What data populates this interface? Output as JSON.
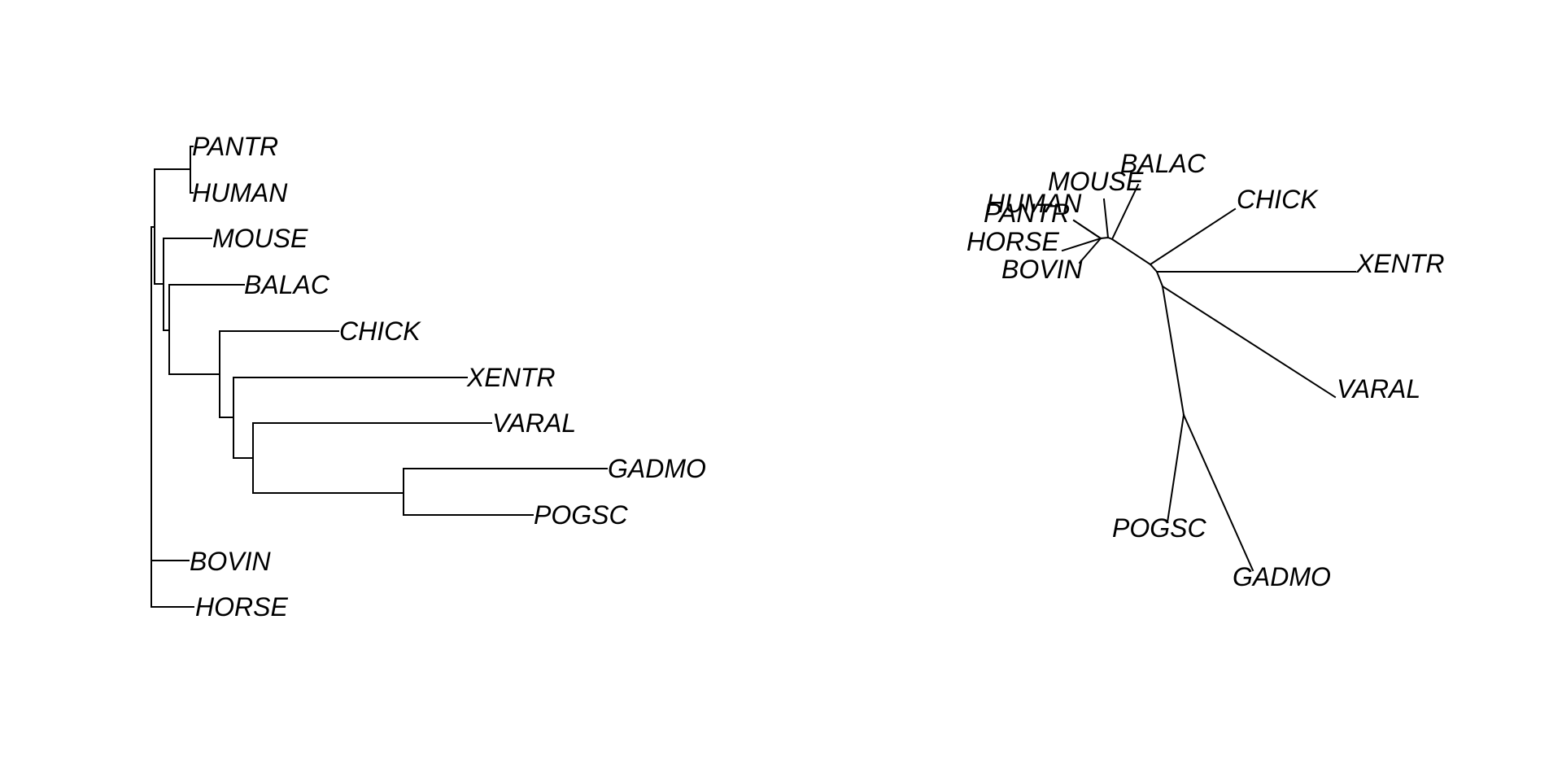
{
  "figure": {
    "panels": [
      {
        "name": "rectangular-phylogram",
        "tips": [
          "PANTR",
          "HUMAN",
          "MOUSE",
          "BALAC",
          "CHICK",
          "XENTR",
          "VARAL",
          "GADMO",
          "POGSC",
          "BOVIN",
          "HORSE"
        ]
      },
      {
        "name": "unrooted-tree",
        "tips": [
          "BALAC",
          "MOUSE",
          "HUMAN",
          "PANTR",
          "HORSE",
          "BOVIN",
          "CHICK",
          "XENTR",
          "VARAL",
          "POGSC",
          "GADMO"
        ]
      }
    ],
    "stroke_color": "#000000",
    "background_color": "#ffffff"
  },
  "chart_data": {
    "type": "phylogenetic_tree",
    "title": "",
    "newick": "(((PANTR,HUMAN),(MOUSE,(BALAC,(CHICK,(XENTR,(VARAL,(GADMO,POGSC))))))),BOVIN,HORSE);",
    "tips": [
      "PANTR",
      "HUMAN",
      "MOUSE",
      "BALAC",
      "CHICK",
      "XENTR",
      "VARAL",
      "GADMO",
      "POGSC",
      "BOVIN",
      "HORSE"
    ],
    "layouts": [
      "phylogram",
      "unrooted"
    ]
  }
}
